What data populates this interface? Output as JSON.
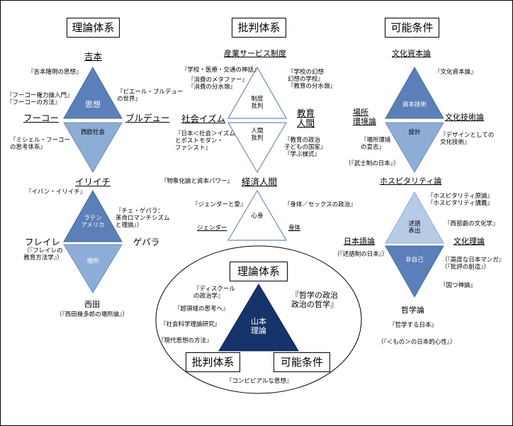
{
  "headers": {
    "theory": "理論体系",
    "critique": "批判体系",
    "conditions": "可能条件"
  },
  "left": {
    "yoshimoto": "吉本",
    "y_book": "『吉本隆明の思想』",
    "foucault_books": "『フーコー権力論入門』\n『フーコーの方法』",
    "bourdieu_book": "『ピエール・ブルデュー\nの世界』",
    "thought": "思想",
    "foucault": "フーコー",
    "bourdieu": "ブルデュー",
    "western": "西欧社会",
    "michel_book": "『ミシェル・フーコー\nの思考体系』",
    "illich": "イリイチ",
    "illich_book": "『イバン・イリイチ』",
    "latin": "ラテン\nアメリカ",
    "che_book": "『チェ・ゲバラ：\n革命ロマンチシズム\nと理論』）",
    "freire": "フレイレ",
    "guevara": "ゲバラ",
    "freire_book": "（『フレイレの\n教育方法学』）",
    "place": "場所",
    "nishida": "西田",
    "nishida_book": "（『西田幾多郎の場所論』）"
  },
  "center": {
    "service": "産業サービス制度",
    "school_myth": "『学校・医療・交通の神話』",
    "consume": "『消費のメタファー』\n『消費の分水嶺』",
    "school_books": "『学校の幻想\n幻想の学校』\n『教育の分水嶺』",
    "inst_critique": "制度\n批判",
    "socialism": "社会イズム",
    "education": "教育\n人間",
    "human_critique": "人間\n批判",
    "japan_book": "『日本＜社会＞イズム\nとポストモダン・\nファシスト』",
    "politics_book": "『教育の政治\n子どもの国家』\n『学ぶ様式』",
    "fetish": "『物象化論と資本パワー』",
    "econ_human": "経済人間",
    "gender_love": "『ジェンダーと愛』",
    "body_sex": "『身体／セックスの政治』",
    "mind_body": "心身",
    "gender": "ジェンダー",
    "body": "身体"
  },
  "right": {
    "cultural_capital": "文化資本論",
    "cc_book": "『文化資本論』",
    "capital_tech": "資本技術",
    "place_env": "場所\n環境論",
    "cultural_tech": "文化技術論",
    "design": "設計",
    "place_book": "『場所環境\nの意志』",
    "design_book": "『デザインとしての\n文化技術』",
    "bushi": "（『武士制の日本』）",
    "hospitality": "ホスピタリティ論",
    "hosp_books": "『ホスピタリティ原論』\n『ホスピタリティ講義』",
    "narrative": "述語\n表出",
    "west_drama": "『西部劇の文化学』",
    "japanese_lang": "日本語論",
    "culture_theory": "文化理論",
    "jutsugo_book": "（『述語制の日本』）",
    "nonself": "非自己",
    "manga": "（『高度な日本マンガ』\n（『批評の創造』）",
    "kunitsu": "『国つ神論』",
    "philosophy": "哲学論",
    "phil_book": "『哲学する日本』",
    "mono_book": "（『＜もの＞の日本的心性』）"
  },
  "bottom": {
    "theory_box": "理論体系",
    "discourse": "『ディスクール\nの政治学』",
    "trans": "『超領域の思考へ』",
    "social_science": "『社会科学理論研究』",
    "modern": "『現代思想の方法』",
    "phil_pol": "『哲学の政治\n政治の哲学』",
    "yamamoto": "山本\n理論",
    "critique_box": "批判体系",
    "conditions_box": "可能条件",
    "computable": "『コンピピアルな思想』"
  },
  "colors": {
    "blue_dark": "#5b7fb9",
    "blue_mid": "#8eadd6",
    "blue_light": "#b7cbe6",
    "navy": "#16336b"
  }
}
